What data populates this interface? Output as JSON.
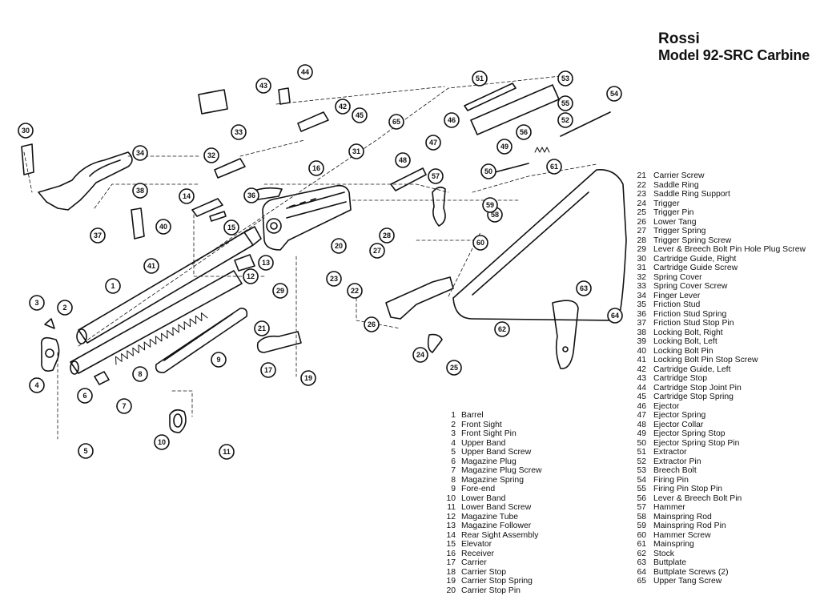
{
  "title": {
    "line1": "Rossi",
    "line2": "Model 92-SRC Carbine"
  },
  "parts_legend_left": [
    {
      "num": "1",
      "name": "Barrel"
    },
    {
      "num": "2",
      "name": "Front Sight"
    },
    {
      "num": "3",
      "name": "Front Sight Pin"
    },
    {
      "num": "4",
      "name": "Upper Band"
    },
    {
      "num": "5",
      "name": "Upper Band Screw"
    },
    {
      "num": "6",
      "name": "Magazine Plug"
    },
    {
      "num": "7",
      "name": "Magazine Plug Screw"
    },
    {
      "num": "8",
      "name": "Magazine Spring"
    },
    {
      "num": "9",
      "name": "Fore-end"
    },
    {
      "num": "10",
      "name": "Lower Band"
    },
    {
      "num": "11",
      "name": "Lower Band Screw"
    },
    {
      "num": "12",
      "name": "Magazine Tube"
    },
    {
      "num": "13",
      "name": "Magazine Follower"
    },
    {
      "num": "14",
      "name": "Rear Sight Assembly"
    },
    {
      "num": "15",
      "name": "Elevator"
    },
    {
      "num": "16",
      "name": "Receiver"
    },
    {
      "num": "17",
      "name": "Carrier"
    },
    {
      "num": "18",
      "name": "Carrier Stop"
    },
    {
      "num": "19",
      "name": "Carrier Stop Spring"
    },
    {
      "num": "20",
      "name": "Carrier Stop Pin"
    }
  ],
  "parts_legend_right": [
    {
      "num": "21",
      "name": "Carrier Screw"
    },
    {
      "num": "22",
      "name": "Saddle Ring"
    },
    {
      "num": "23",
      "name": "Saddle Ring Support"
    },
    {
      "num": "24",
      "name": "Trigger"
    },
    {
      "num": "25",
      "name": "Trigger Pin"
    },
    {
      "num": "26",
      "name": "Lower Tang"
    },
    {
      "num": "27",
      "name": "Trigger Spring"
    },
    {
      "num": "28",
      "name": "Trigger Spring Screw"
    },
    {
      "num": "29",
      "name": "Lever & Breech Bolt Pin Hole Plug Screw"
    },
    {
      "num": "30",
      "name": "Cartridge Guide, Right"
    },
    {
      "num": "31",
      "name": "Cartridge Guide Screw"
    },
    {
      "num": "32",
      "name": "Spring Cover"
    },
    {
      "num": "33",
      "name": "Spring Cover Screw"
    },
    {
      "num": "34",
      "name": "Finger Lever"
    },
    {
      "num": "35",
      "name": "Friction Stud"
    },
    {
      "num": "36",
      "name": "Friction Stud Spring"
    },
    {
      "num": "37",
      "name": "Friction Stud Stop Pin"
    },
    {
      "num": "38",
      "name": "Locking Bolt, Right"
    },
    {
      "num": "39",
      "name": "Locking Bolt, Left"
    },
    {
      "num": "40",
      "name": "Locking Bolt Pin"
    },
    {
      "num": "41",
      "name": "Locking Bolt Pin Stop Screw"
    },
    {
      "num": "42",
      "name": "Cartridge Guide, Left"
    },
    {
      "num": "43",
      "name": "Cartridge Stop"
    },
    {
      "num": "44",
      "name": "Cartridge Stop Joint Pin"
    },
    {
      "num": "45",
      "name": "Cartridge Stop Spring"
    },
    {
      "num": "46",
      "name": "Ejector"
    },
    {
      "num": "47",
      "name": "Ejector Spring"
    },
    {
      "num": "48",
      "name": "Ejector Collar"
    },
    {
      "num": "49",
      "name": "Ejector Spring Stop"
    },
    {
      "num": "50",
      "name": "Ejector Spring Stop Pin"
    },
    {
      "num": "51",
      "name": "Extractor"
    },
    {
      "num": "52",
      "name": "Extractor Pin"
    },
    {
      "num": "53",
      "name": "Breech Bolt"
    },
    {
      "num": "54",
      "name": "Firing Pin"
    },
    {
      "num": "55",
      "name": "Firing Pin Stop Pin"
    },
    {
      "num": "56",
      "name": "Lever & Breech Bolt Pin"
    },
    {
      "num": "57",
      "name": "Hammer"
    },
    {
      "num": "58",
      "name": "Mainspring Rod"
    },
    {
      "num": "59",
      "name": "Mainspring Rod Pin"
    },
    {
      "num": "60",
      "name": "Hammer Screw"
    },
    {
      "num": "61",
      "name": "Mainspring"
    },
    {
      "num": "62",
      "name": "Stock"
    },
    {
      "num": "63",
      "name": "Buttplate"
    },
    {
      "num": "64",
      "name": "Buttplate Screws (2)"
    },
    {
      "num": "65",
      "name": "Upper Tang Screw"
    }
  ],
  "callouts": [
    "1",
    "2",
    "3",
    "4",
    "5",
    "6",
    "7",
    "8",
    "9",
    "10",
    "11",
    "12",
    "13",
    "14",
    "15",
    "16",
    "17",
    "19",
    "20",
    "21",
    "22",
    "23",
    "24",
    "25",
    "26",
    "27",
    "28",
    "29",
    "30",
    "31",
    "32",
    "33",
    "34",
    "36",
    "37",
    "38",
    "40",
    "41",
    "42",
    "43",
    "44",
    "45",
    "46",
    "47",
    "48",
    "49",
    "50",
    "51",
    "52",
    "53",
    "54",
    "55",
    "56",
    "57",
    "58",
    "59",
    "60",
    "61",
    "62",
    "63",
    "64",
    "65"
  ],
  "colors": {
    "ink": "#111111",
    "paper": "#ffffff"
  }
}
